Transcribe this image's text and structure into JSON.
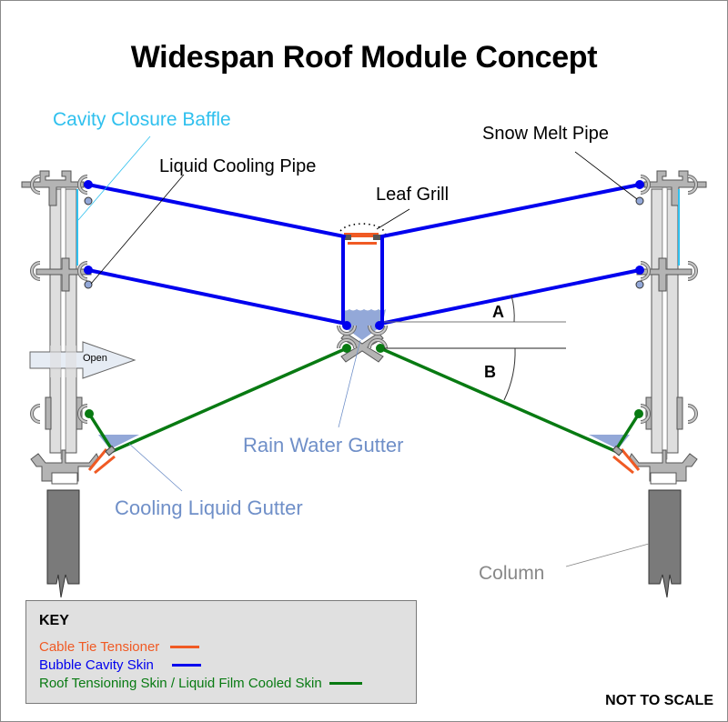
{
  "title": "Widespan Roof Module Concept",
  "labels": {
    "cavity_closure_baffle": "Cavity Closure Baffle",
    "liquid_cooling_pipe": "Liquid Cooling Pipe",
    "snow_melt_pipe": "Snow Melt Pipe",
    "leaf_grill": "Leaf Grill",
    "angle_a": "A",
    "angle_b": "B",
    "open_arrow": "Open",
    "rain_water_gutter": "Rain Water Gutter",
    "cooling_liquid_gutter": "Cooling Liquid Gutter",
    "column": "Column"
  },
  "key": {
    "title": "KEY",
    "items": [
      {
        "label": "Cable Tie Tensioner",
        "color": "#f05a24"
      },
      {
        "label": "Bubble Cavity Skin",
        "color": "#0000ee"
      },
      {
        "label": "Roof Tensioning Skin / Liquid Film Cooled Skin",
        "color": "#087a12"
      }
    ]
  },
  "note": "NOT TO SCALE",
  "colors": {
    "bubble_skin": "#0000ee",
    "tension_skin": "#087a12",
    "cable_tie": "#f05a24",
    "baffle": "#2fc0ee",
    "water": "#93a8d8",
    "label_blue": "#6f8fc8",
    "aluminium": "#a9a9a9",
    "glazing": "#dedede",
    "column": "#7a7a7a"
  }
}
